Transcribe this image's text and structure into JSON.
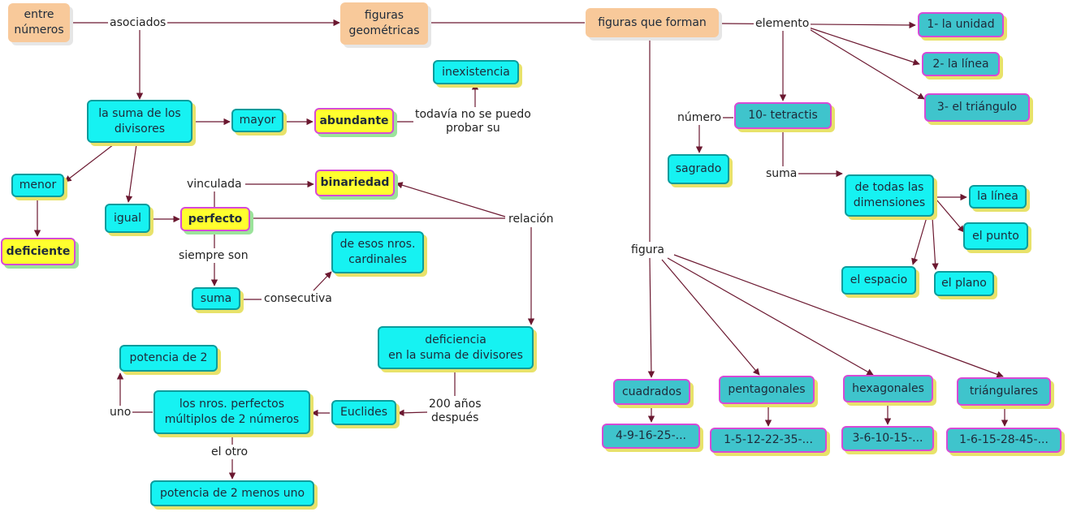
{
  "nodes": {
    "entre_numeros": "entre\nnúmeros",
    "figuras_geometricas": "figuras\ngeométricas",
    "figuras_que_forman": "figuras que forman",
    "uno_unidad": "1- la unidad",
    "dos_linea": "2- la línea",
    "tres_triangulo": "3- el triángulo",
    "inexistencia": "inexistencia",
    "suma_divisores": "la suma de los\ndivisores",
    "mayor": "mayor",
    "abundante": "abundante",
    "tetractis": "10- tetractis",
    "sagrado": "sagrado",
    "menor": "menor",
    "deficiente": "deficiente",
    "igual": "igual",
    "perfecto": "perfecto",
    "binariedad": "binariedad",
    "dimensiones": "de todas las\ndimensiones",
    "la_linea": "la línea",
    "el_punto": "el punto",
    "el_espacio": "el espacio",
    "el_plano": "el plano",
    "nros_cardinales": "de esos nros.\ncardinales",
    "suma": "suma",
    "deficiencia": "deficiencia\nen la suma de divisores",
    "potencia_2": "potencia de 2",
    "nros_perfectos": "los nros. perfectos\nmúltiplos de 2 números",
    "euclides": "Euclides",
    "potencia_2_menos_uno": "potencia de 2 menos uno",
    "cuadrados": "cuadrados",
    "pentagonales": "pentagonales",
    "hexagonales": "hexagonales",
    "triangulares": "triángulares",
    "seq_cuadrados": "4-9-16-25-...",
    "seq_pentagonales": "1-5-12-22-35-...",
    "seq_hexagonales": "3-6-10-15-...",
    "seq_triangulares": "1-6-15-28-45-..."
  },
  "labels": {
    "asociados": "asociados",
    "elemento": "elemento",
    "todavia": "todavía no se puedo\nprobar su",
    "numero": "número",
    "vinculada": "vinculada",
    "relacion": "relación",
    "suma": "suma",
    "siempre_son": "siempre son",
    "consecutiva": "consecutiva",
    "figura": "figura",
    "uno": "uno",
    "dos_cien": "200 años\ndespués",
    "el_otro": "el otro"
  },
  "colors": {
    "line": "#6b1830",
    "node_cyan": "#16f2f2",
    "node_teal": "#3fc4cc",
    "node_peach": "#f8c99a",
    "node_yellow": "#ffff2e",
    "border_magenta": "#d64ad6",
    "shadow_yellow": "#e8e26a"
  }
}
